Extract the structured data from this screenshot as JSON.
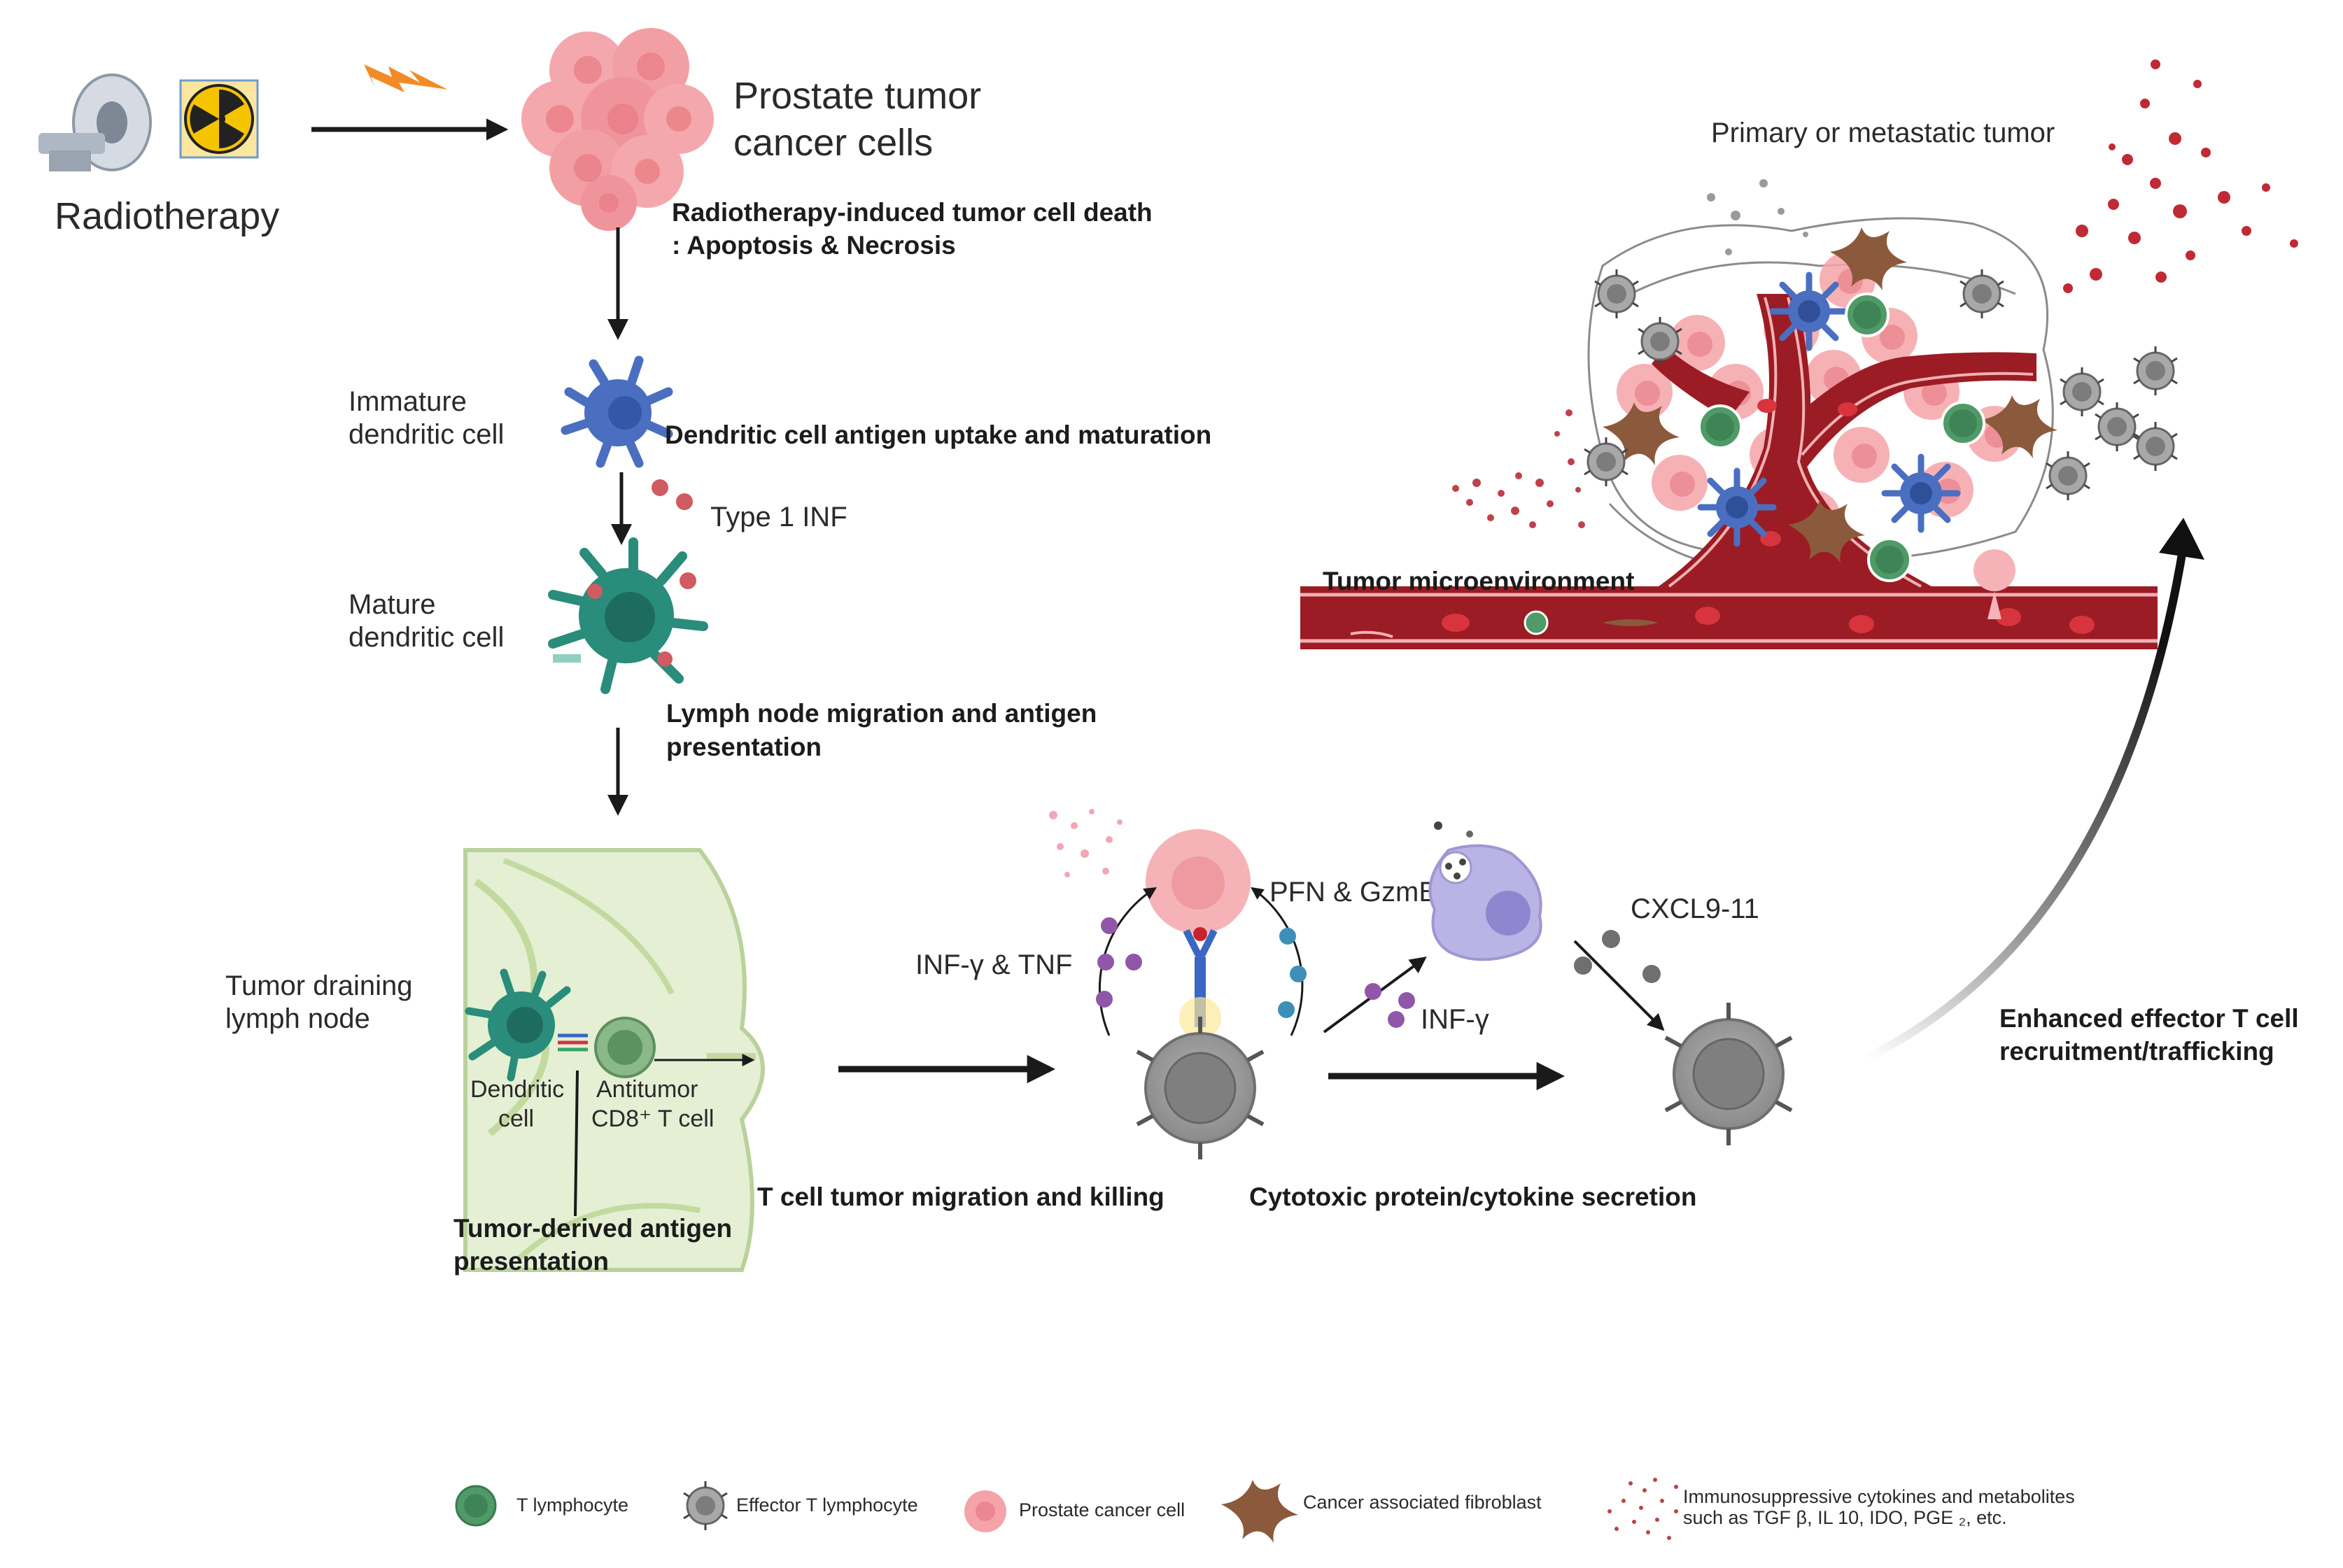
{
  "radiotherapy": {
    "label": "Radiotherapy"
  },
  "tumor": {
    "title_line1": "Prostate tumor",
    "title_line2": "cancer cells",
    "death_line1": "Radiotherapy-induced tumor cell death",
    "death_line2": ": Apoptosis & Necrosis"
  },
  "dc": {
    "immature_line1": "Immature",
    "immature_line2": "dendritic cell",
    "uptake": "Dendritic cell antigen uptake and maturation",
    "type1": "Type 1 INF",
    "mature_line1": "Mature",
    "mature_line2": "dendritic cell",
    "lymph_line1": "Lymph node migration and antigen",
    "lymph_line2": "presentation"
  },
  "lymph_node": {
    "label_line1": "Tumor draining",
    "label_line2": "lymph node",
    "dendritic_line1": "Dendritic",
    "dendritic_line2": "cell",
    "antitumor_line1": "Antitumor",
    "antitumor_line2": "CD8⁺ T cell",
    "antigen_line1": "Tumor-derived antigen",
    "antigen_line2": "presentation"
  },
  "killing": {
    "cytokines": "INF-γ & TNF",
    "pfn": "PFN & GzmB",
    "caption": "T cell tumor migration and killing"
  },
  "secretion": {
    "inf": "INF-γ",
    "cxcl": "CXCL9-11",
    "caption": "Cytotoxic protein/cytokine secretion"
  },
  "tme": {
    "title": "Primary or metastatic tumor",
    "label": "Tumor microenvironment",
    "enhanced_line1": "Enhanced effector T cell",
    "enhanced_line2": "recruitment/trafficking"
  },
  "legend": {
    "t_lymphocyte": "T lymphocyte",
    "effector": "Effector T lymphocyte",
    "prostate": "Prostate cancer cell",
    "fibroblast": "Cancer associated fibroblast",
    "immuno_line1": "Immunosuppressive cytokines and metabolites",
    "immuno_line2": "such as TGF β, IL 10, IDO, PGE ₂, etc."
  },
  "colors": {
    "arrow": "#1a1a1a",
    "tumor_pink": "#f4a3a8",
    "dc_blue": "#4a6fc0",
    "dc_teal": "#2a8c7a",
    "t_green": "#4f9a66",
    "effector_gray": "#8e8e8e",
    "vessel_red": "#9b1c24",
    "fibroblast": "#8b5a3c",
    "macrophage": "#b9b3e6",
    "lymph_green": "#dcebc8"
  }
}
